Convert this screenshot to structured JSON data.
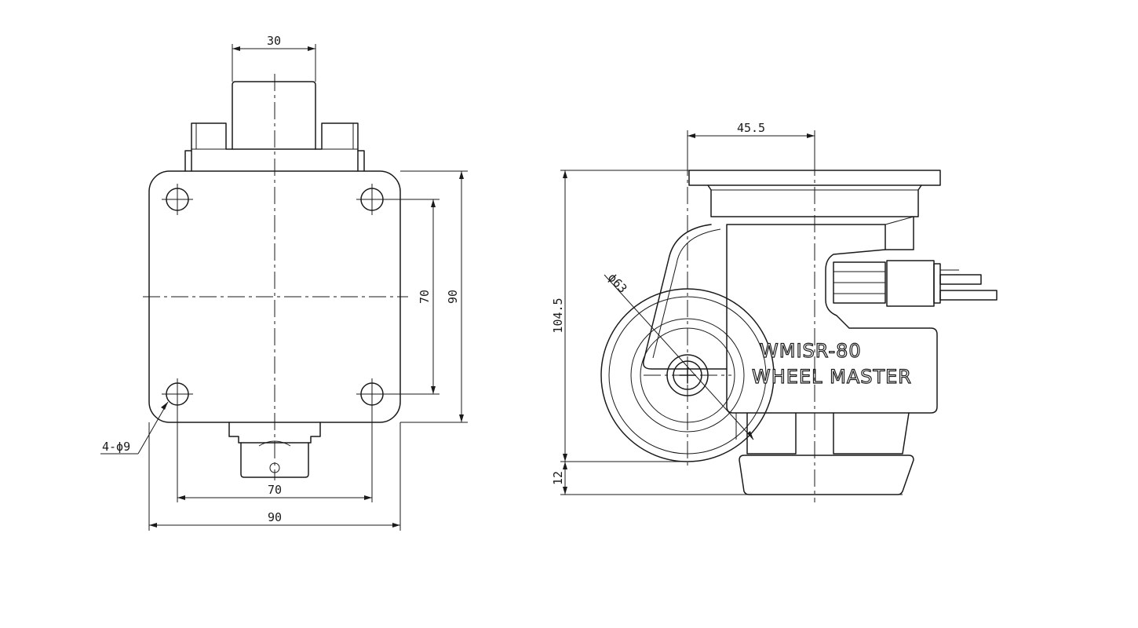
{
  "front_view": {
    "dims": {
      "top_width": "30",
      "hole_pitch_vertical": "70",
      "plate_height": "90",
      "hole_pitch_horizontal": "70",
      "plate_width": "90",
      "holes": "4-ϕ9"
    }
  },
  "side_view": {
    "dims": {
      "plate_offset": "45.5",
      "total_height": "104.5",
      "bottom_height": "12",
      "wheel_diameter": "ϕ63"
    },
    "label_model": "WMISR-80",
    "label_brand": "WHEEL MASTER"
  }
}
